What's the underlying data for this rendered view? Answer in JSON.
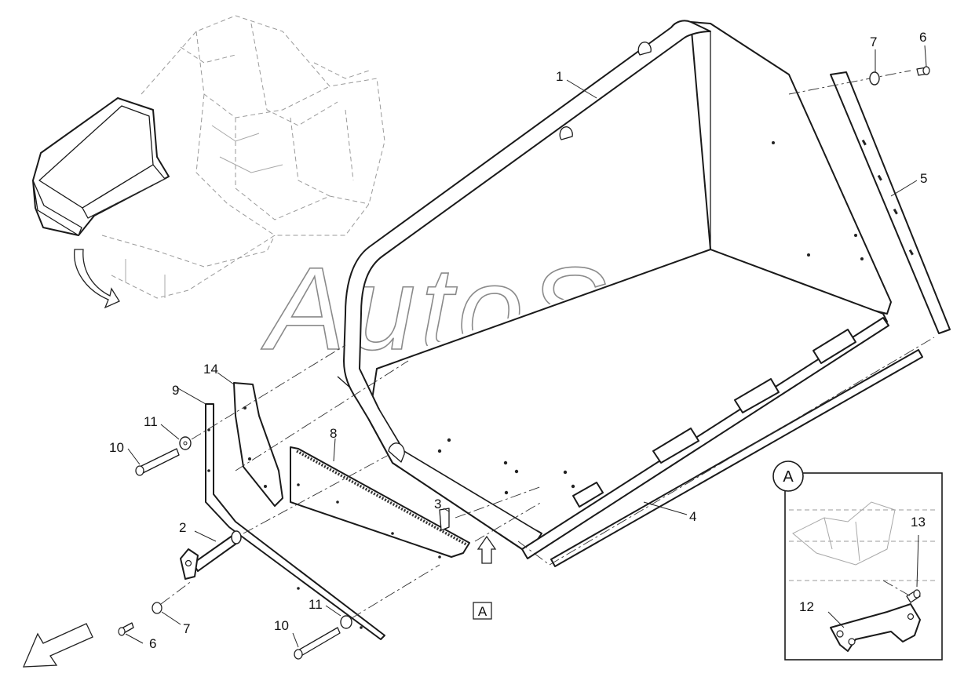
{
  "watermark": "AutoSoft",
  "callouts": {
    "c1": "1",
    "c2": "2",
    "c3": "3",
    "c4": "4",
    "c5": "5",
    "c6a": "6",
    "c6b": "6",
    "c7a": "7",
    "c7b": "7",
    "c8": "8",
    "c9": "9",
    "c10a": "10",
    "c10b": "10",
    "c11a": "11",
    "c11b": "11",
    "c12": "12",
    "c13": "13",
    "c14": "14"
  },
  "detail": {
    "label": "A",
    "view_arrow_label": "A"
  },
  "icons": {
    "overview_arrow": "curved-arrow-icon",
    "direction_arrow": "direction-arrow-icon",
    "view_arrow": "view-direction-arrow-icon"
  }
}
